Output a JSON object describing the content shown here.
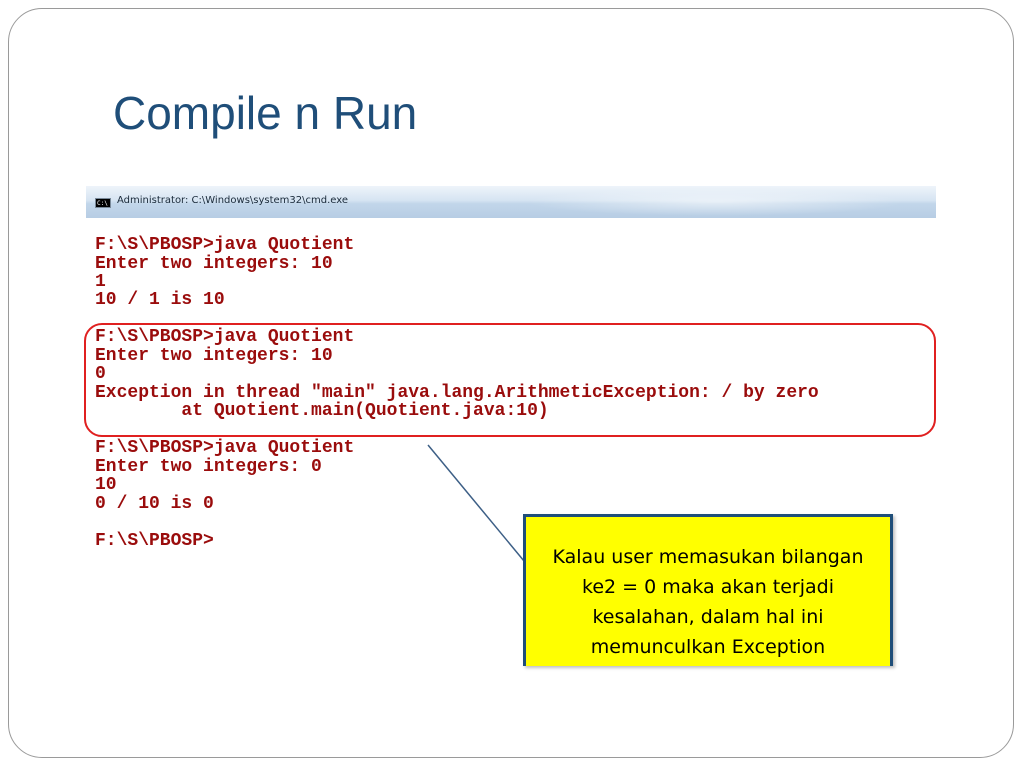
{
  "slide": {
    "title": "Compile n Run"
  },
  "cmd_window": {
    "title": "Administrator: C:\\Windows\\system32\\cmd.exe",
    "icon_name": "cmd-icon",
    "icon_glyph": "C:\\",
    "text_color": "#9a0c0c",
    "lines": [
      "F:\\S\\PBOSP>java Quotient",
      "Enter two integers: 10",
      "1",
      "10 / 1 is 10",
      "",
      "F:\\S\\PBOSP>java Quotient",
      "Enter two integers: 10",
      "0",
      "Exception in thread \"main\" java.lang.ArithmeticException: / by zero",
      "        at Quotient.main(Quotient.java:10)",
      "",
      "F:\\S\\PBOSP>java Quotient",
      "Enter two integers: 0",
      "10",
      "0 / 10 is 0",
      "",
      "F:\\S\\PBOSP>"
    ]
  },
  "callout": {
    "text_lines": [
      "Kalau user memasukan bilangan",
      "ke2 = 0 maka akan terjadi",
      "kesalahan, dalam hal ini",
      "memunculkan Exception"
    ],
    "background": "#ffff00",
    "border_color": "#1f4e79"
  },
  "colors": {
    "title": "#1f4e79",
    "highlight": "#e02020"
  }
}
